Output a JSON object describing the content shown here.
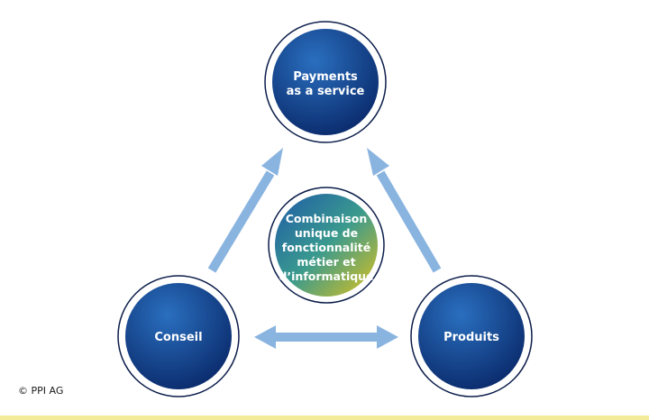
{
  "diagram": {
    "nodes": {
      "payments": {
        "line1": "Payments",
        "line2": "as a service"
      },
      "conseil": {
        "label": "Conseil"
      },
      "produits": {
        "label": "Produits"
      },
      "center": {
        "lines": [
          "Combinaison",
          "unique de",
          "fonctionnalité",
          "métier et",
          "d’informatique"
        ]
      }
    },
    "colors": {
      "node_dark": "#0a2a6b",
      "node_light": "#2a6fbf",
      "arrow": "#8ab4e0",
      "ring": "#0b1d4a",
      "center_blue": "#1e5aa8",
      "center_teal": "#3a9a8e",
      "center_yellow": "#e0c21a",
      "bottom_rule": "#f3ea9a"
    }
  },
  "footer": {
    "copyright": "© PPI AG"
  }
}
